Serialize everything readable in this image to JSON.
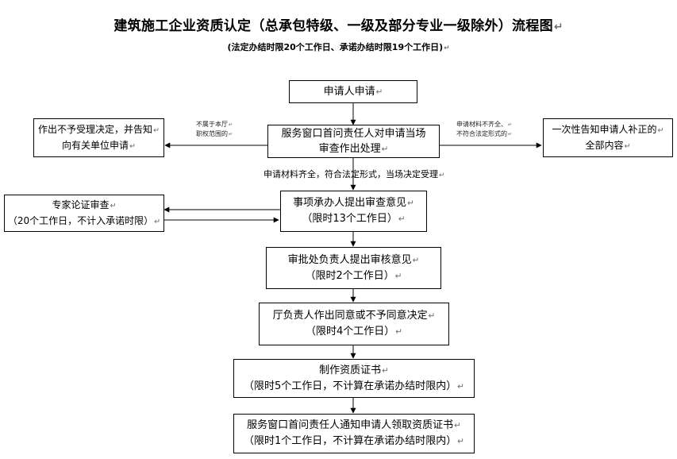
{
  "header": {
    "title": "建筑施工企业资质认定（总承包特级、一级及部分专业一级除外）流程图",
    "subtitle": "(法定办结时限20个工作日、承诺办结时限19个工作日)",
    "para_mark": "↵"
  },
  "flow": {
    "apply": {
      "line1": "申请人申请"
    },
    "window": {
      "line1": "服务窗口首问责任人对申请当场",
      "line2": "审查作出处理"
    },
    "reject": {
      "line1": "作出不予受理决定，并告知",
      "line2": "向有关单位申请"
    },
    "supplement": {
      "line1": "一次性告知申请人补正的",
      "line2": "全部内容"
    },
    "opinion": {
      "line1": "事项承办人提出审查意见",
      "line2": "（限时13个工作日）"
    },
    "expert": {
      "line1": "专家论证审查",
      "line2": "（20个工作日，不计入承诺时限）"
    },
    "review": {
      "line1": "审批处负责人提出审核意见",
      "line2": "（限时2个工作日）"
    },
    "decision": {
      "line1": "厅负责人作出同意或不予同意决定",
      "line2": "（限时4个工作日）"
    },
    "certificate": {
      "line1": "制作资质证书",
      "line2": "（限时5个工作日，不计算在承诺办结时限内）"
    },
    "notify": {
      "line1": "服务窗口首问责任人通知申请人领取资质证书",
      "line2": "（限时1个工作日，不计算在承诺办结时限内）"
    }
  },
  "notes": {
    "left_line1": "不属于本厅",
    "left_line2": "职权范围的",
    "right_line1": "申请材料不齐全、",
    "right_line2": "不符合法定形式的",
    "accept": "申请材料齐全，符合法定形式，当场决定受理"
  },
  "colors": {
    "line": "#000000",
    "squiggle": "#d01010"
  }
}
